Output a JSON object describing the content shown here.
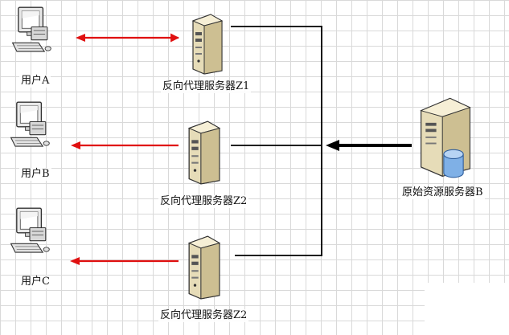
{
  "users": [
    {
      "label": "用户A"
    },
    {
      "label": "用户B"
    },
    {
      "label": "用户C"
    }
  ],
  "proxies": [
    {
      "label": "反向代理服务器Z1"
    },
    {
      "label": "反向代理服务器Z2"
    },
    {
      "label": "反向代理服务器Z2"
    }
  ],
  "origin": {
    "label": "原始资源服务器B"
  },
  "colors": {
    "response_arrow": "#e01010",
    "wire": "#000000",
    "grid": "#d9d9d9",
    "server_body": "#efe6c8",
    "db_cylinder": "#7fb0e6"
  },
  "icons": {
    "user": "computer-icon",
    "proxy": "tower-server-icon",
    "origin": "server-with-database-icon"
  }
}
